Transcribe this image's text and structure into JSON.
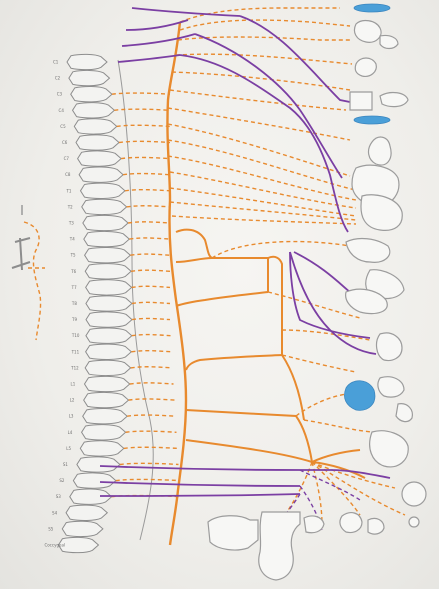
{
  "figure": {
    "segment_labels": [
      "C1",
      "C2",
      "C3",
      "C4",
      "C5",
      "C6",
      "C7",
      "C8",
      "T1",
      "T2",
      "T3",
      "T4",
      "T5",
      "T6",
      "T7",
      "T8",
      "T9",
      "T10",
      "T11",
      "T12",
      "L1",
      "L2",
      "L3",
      "L4",
      "L5",
      "S1",
      "S2",
      "S3",
      "S4",
      "S5",
      "Coccygeal"
    ]
  },
  "colors": {
    "sympathetic": "#e88a2e",
    "parasympathetic": "#7b3fa3",
    "organ_outline": "#9c9c9c",
    "highlight_blue": "#4a9fd8"
  }
}
